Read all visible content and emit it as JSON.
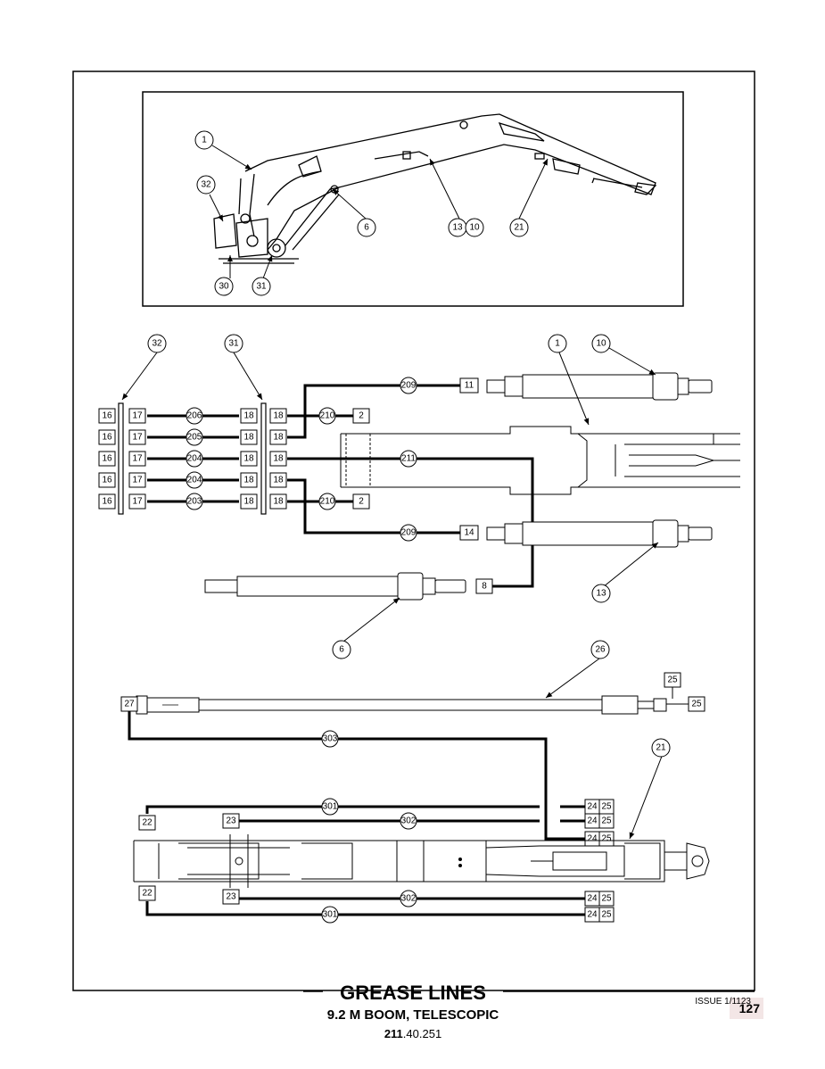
{
  "title": "GREASE LINES",
  "subtitle": "9.2 M BOOM, TELESCOPIC",
  "part_code_bold": "211",
  "part_code_rest": ".40.251",
  "issue": "ISSUE 1/1123",
  "page_number": "127",
  "callouts": {
    "c1": "1",
    "c6": "6",
    "c10": "10",
    "c13": "13",
    "c21": "21",
    "c26": "26",
    "c30": "30",
    "c31": "31",
    "c32": "32"
  },
  "fittings": {
    "f2": "2",
    "f8": "8",
    "f11": "11",
    "f14": "14",
    "f16": "16",
    "f17": "17",
    "f18": "18",
    "f22": "22",
    "f23": "23",
    "f24": "24",
    "f25": "25",
    "f27": "27"
  },
  "lines": {
    "l203": "203",
    "l204": "204",
    "l205": "205",
    "l206": "206",
    "l209": "209",
    "l210": "210",
    "l211": "211",
    "l301": "301",
    "l302": "302",
    "l303": "303"
  }
}
